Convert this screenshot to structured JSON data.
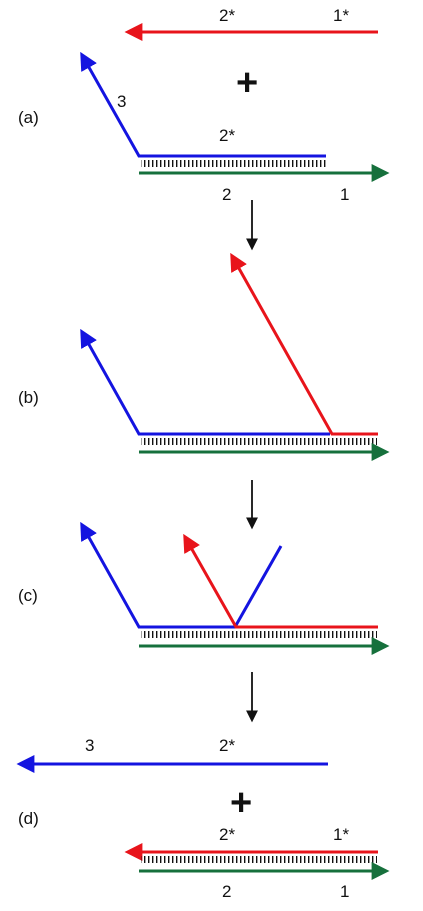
{
  "colors": {
    "red": "#e8141b",
    "blue": "#1414e0",
    "green": "#16703c",
    "black": "#111111"
  },
  "panels": {
    "a": "(a)",
    "b": "(b)",
    "c": "(c)",
    "d": "(d)"
  },
  "plus_sign": "+",
  "labels": {
    "a_top_2star": "2*",
    "a_top_1star": "1*",
    "a_blue_3": "3",
    "a_blue_2star": "2*",
    "a_green_2": "2",
    "a_green_1": "1",
    "d_blue_3": "3",
    "d_blue_2star": "2*",
    "d_red_2star": "2*",
    "d_red_1star": "1*",
    "d_green_2": "2",
    "d_green_1": "1"
  }
}
